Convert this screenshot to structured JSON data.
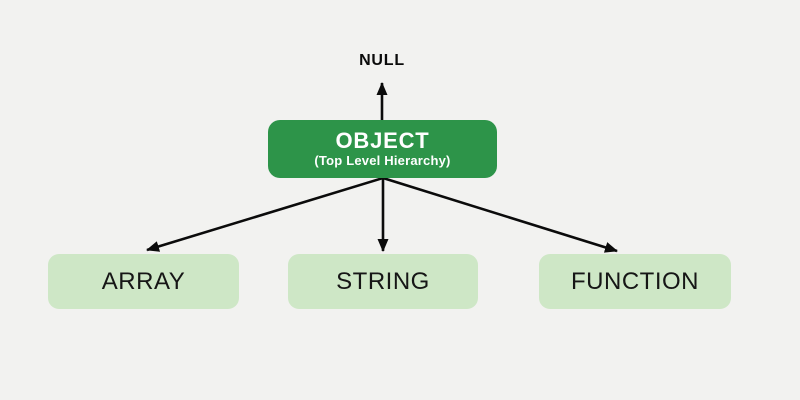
{
  "diagram": {
    "root_label": "NULL",
    "parent": {
      "title": "OBJECT",
      "subtitle": "(Top Level Hierarchy)"
    },
    "children": [
      {
        "label": "ARRAY"
      },
      {
        "label": "STRING"
      },
      {
        "label": "FUNCTION"
      }
    ],
    "colors": {
      "background": "#f2f2f0",
      "parent_fill": "#2d9449",
      "parent_text": "#ffffff",
      "child_fill": "#cee7c6",
      "child_text": "#161616",
      "arrow": "#0b0b0b",
      "label_text": "#0b0b0b"
    }
  }
}
